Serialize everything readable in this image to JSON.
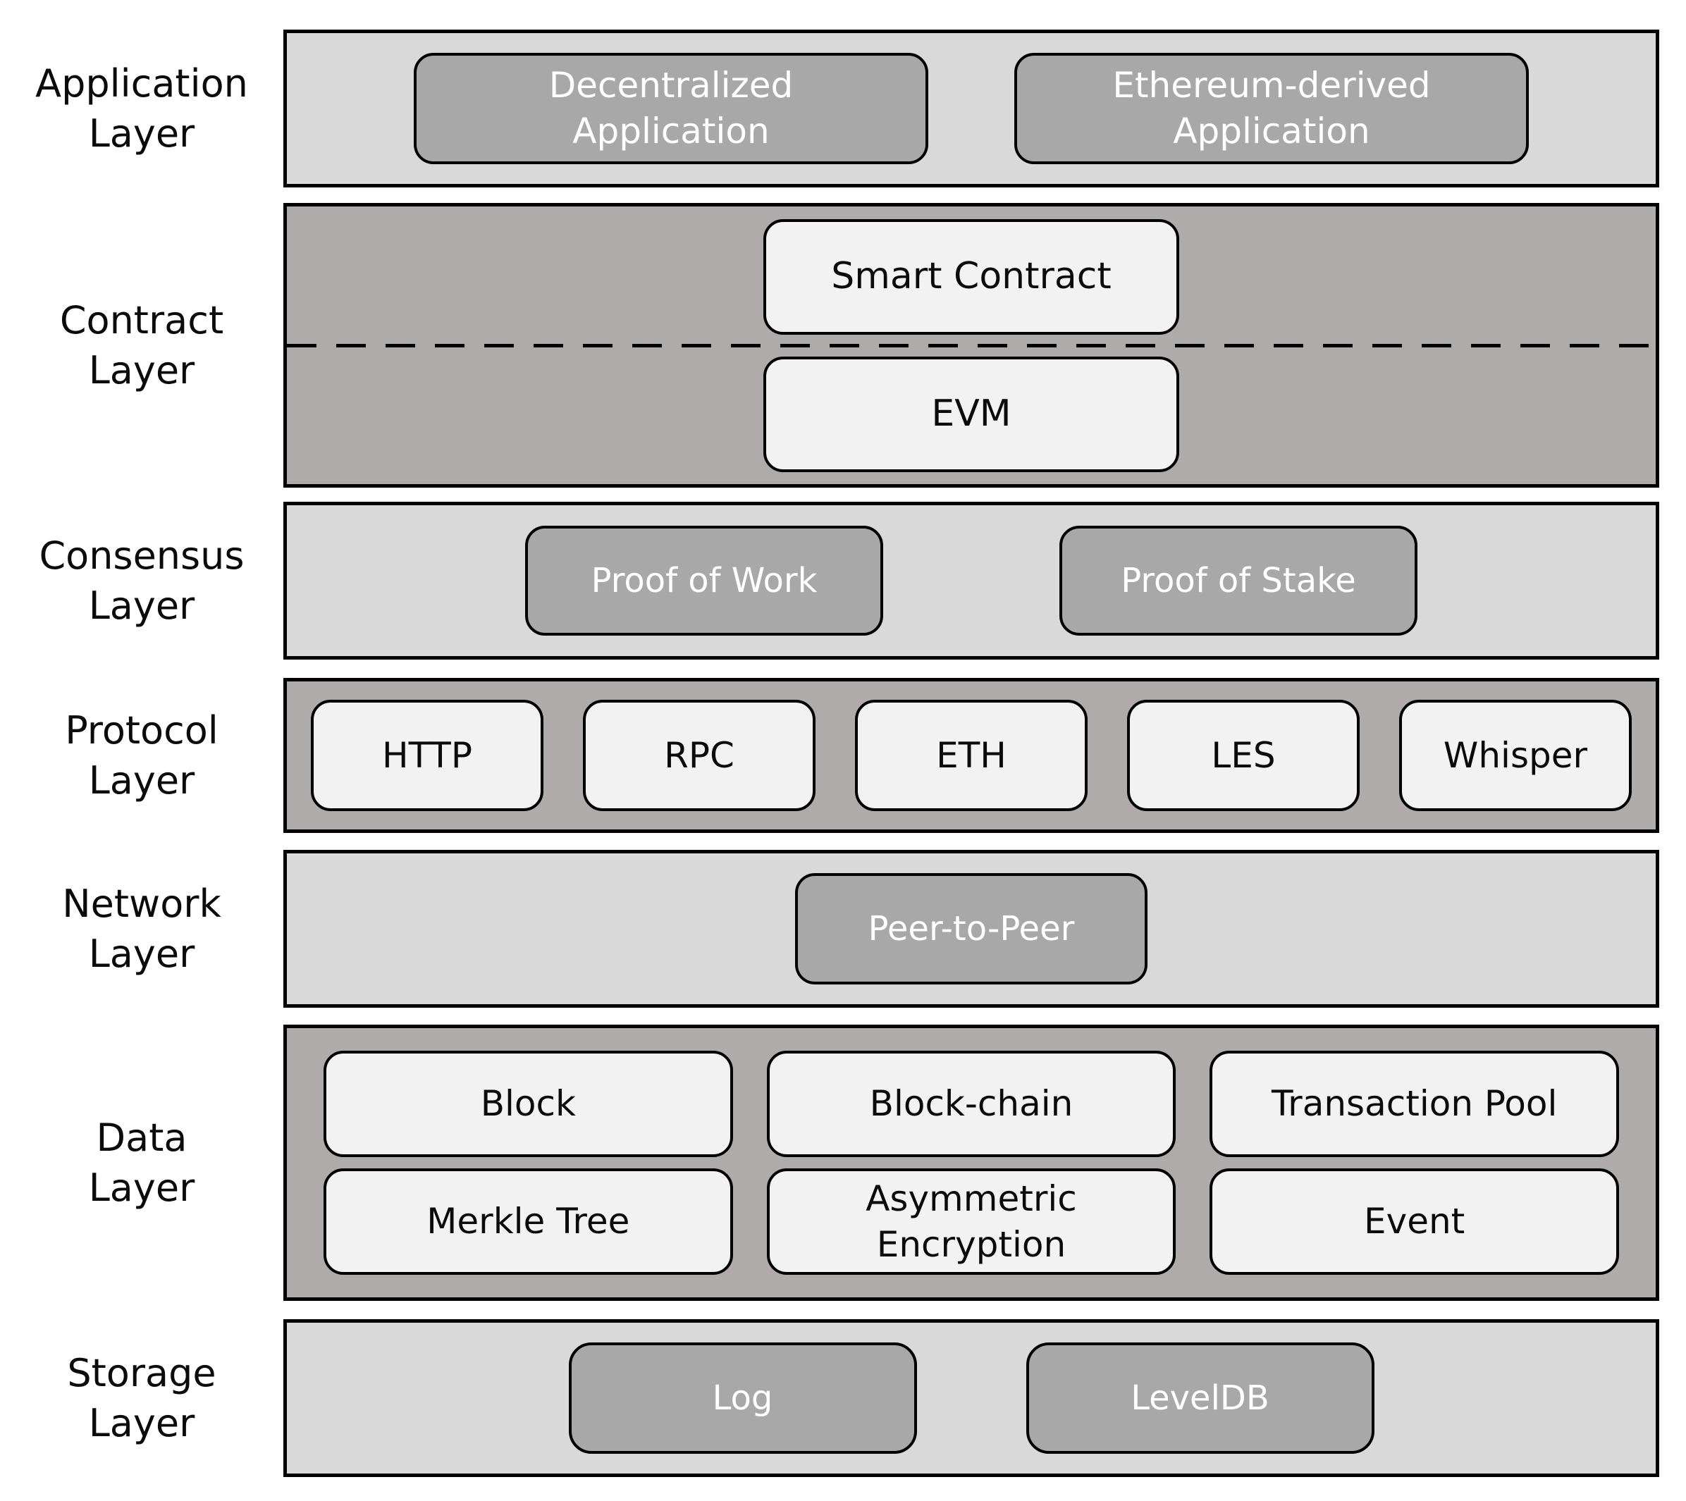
{
  "colors": {
    "background": "#ffffff",
    "band_light": "#d9d9d9",
    "band_dark": "#aeabaa",
    "node_dark_fill": "#a8a8a8",
    "node_light_fill": "#f2f2f2",
    "border": "#000000",
    "text_on_dark": "#ffffff",
    "text_on_light": "#0b0b0b"
  },
  "layers": [
    {
      "label": "Application\nLayer",
      "boxes": [
        {
          "label": "Decentralized\nApplication"
        },
        {
          "label": "Ethereum-derived\nApplication"
        }
      ]
    },
    {
      "label": "Contract\nLayer",
      "boxes": [
        {
          "label": "Smart Contract"
        },
        {
          "label": "EVM"
        }
      ]
    },
    {
      "label": "Consensus\nLayer",
      "boxes": [
        {
          "label": "Proof of Work"
        },
        {
          "label": "Proof of Stake"
        }
      ]
    },
    {
      "label": "Protocol\nLayer",
      "boxes": [
        {
          "label": "HTTP"
        },
        {
          "label": "RPC"
        },
        {
          "label": "ETH"
        },
        {
          "label": "LES"
        },
        {
          "label": "Whisper"
        }
      ]
    },
    {
      "label": "Network\nLayer",
      "boxes": [
        {
          "label": "Peer-to-Peer"
        }
      ]
    },
    {
      "label": "Data\nLayer",
      "boxes": [
        {
          "label": "Block"
        },
        {
          "label": "Block-chain"
        },
        {
          "label": "Transaction Pool"
        },
        {
          "label": "Merkle Tree"
        },
        {
          "label": "Asymmetric\nEncryption"
        },
        {
          "label": "Event"
        }
      ]
    },
    {
      "label": "Storage\nLayer",
      "boxes": [
        {
          "label": "Log"
        },
        {
          "label": "LevelDB"
        }
      ]
    }
  ]
}
